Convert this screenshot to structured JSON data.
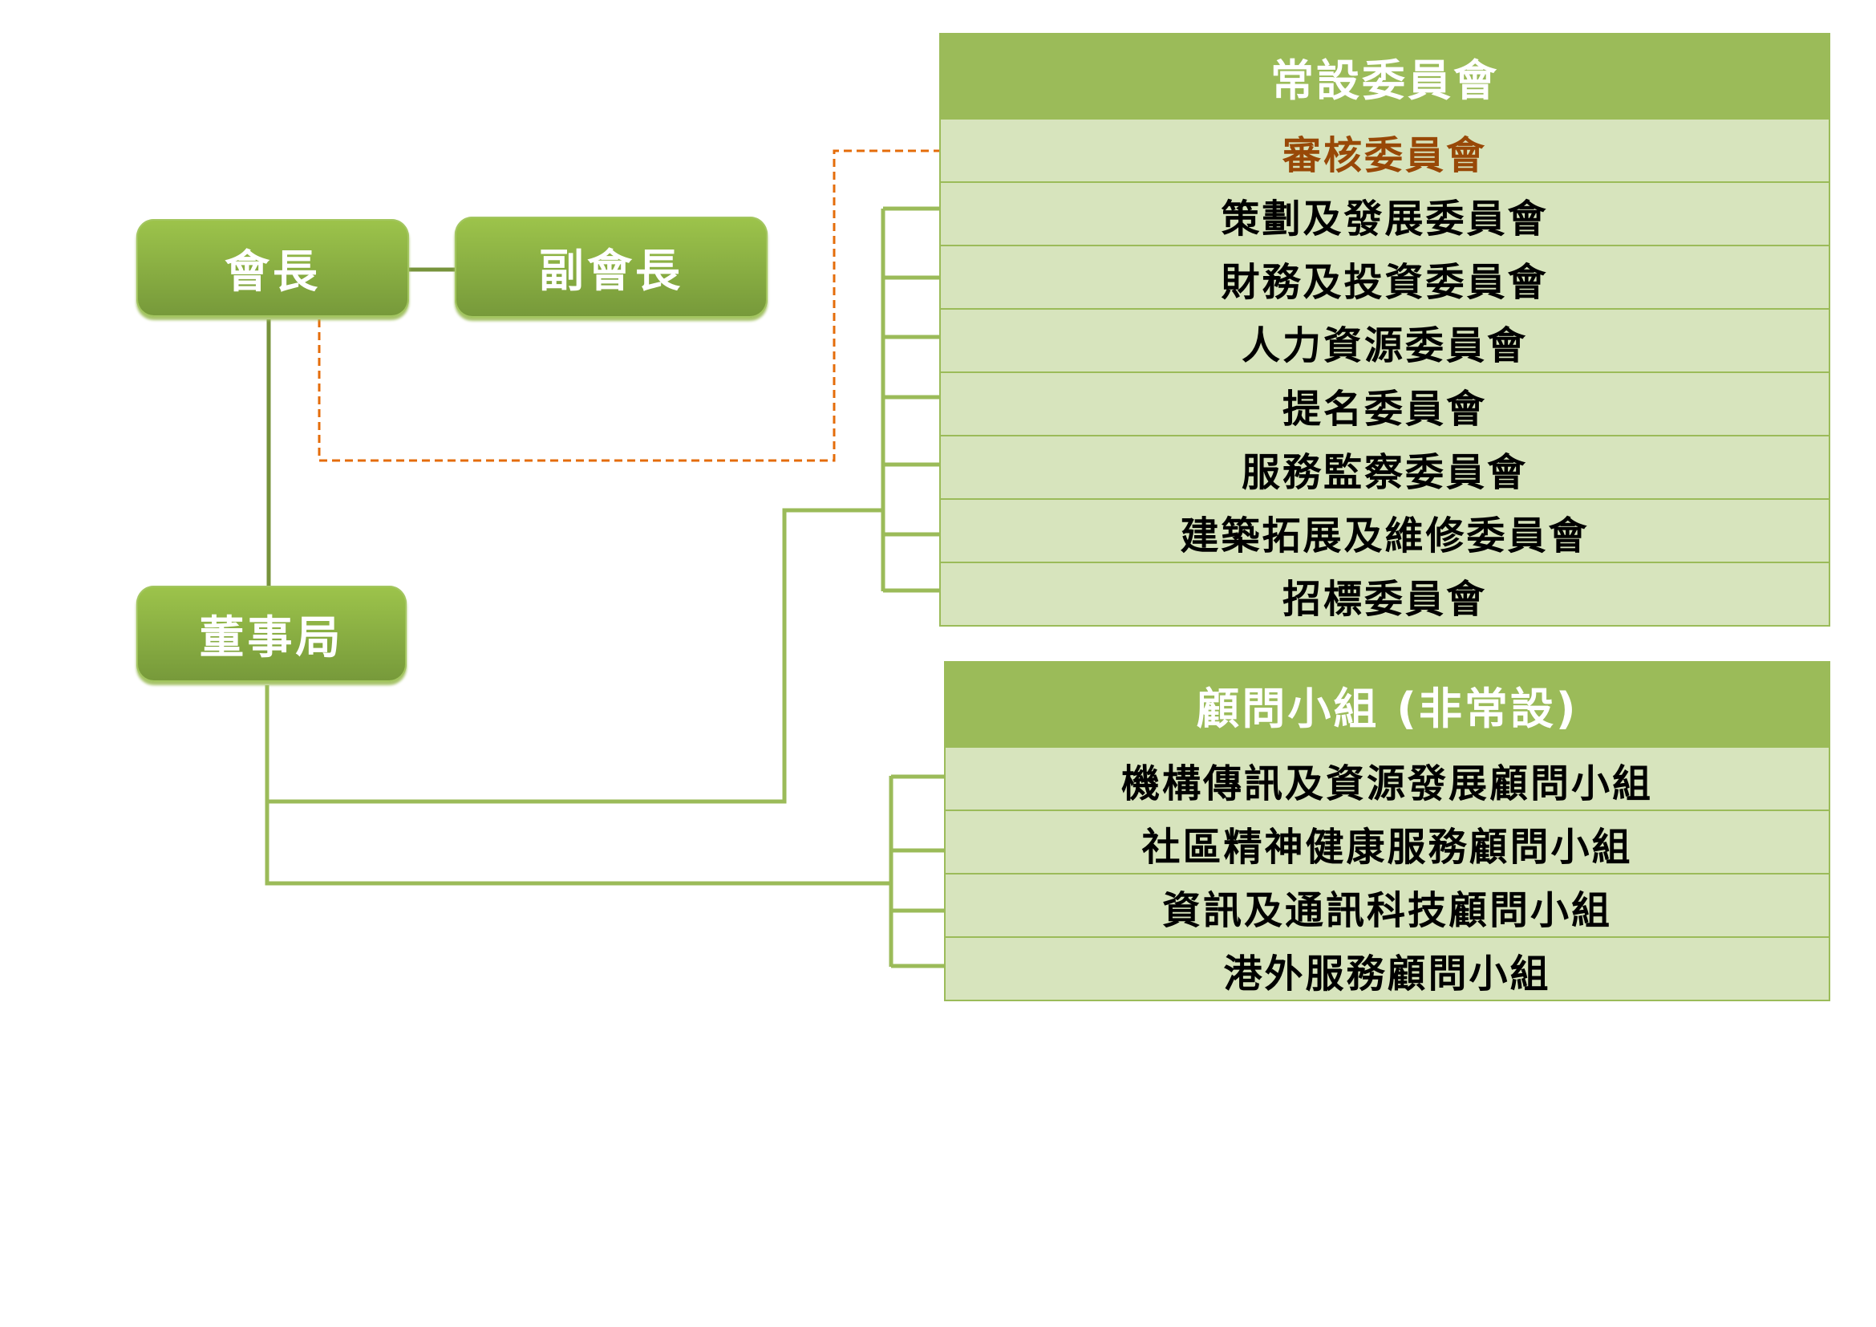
{
  "nodes": {
    "chairman": "會長",
    "vice_chairman": "副會長",
    "board": "董事局"
  },
  "standing": {
    "title": "常設委員會",
    "items": [
      {
        "label": "審核委員會",
        "highlight": true
      },
      {
        "label": "策劃及發展委員會"
      },
      {
        "label": "財務及投資委員會"
      },
      {
        "label": "人力資源委員會"
      },
      {
        "label": "提名委員會"
      },
      {
        "label": "服務監察委員會"
      },
      {
        "label": "建築拓展及維修委員會"
      },
      {
        "label": "招標委員會"
      }
    ]
  },
  "advisory": {
    "title": "顧問小組 (非常設)",
    "items": [
      {
        "label": "機構傳訊及資源發展顧問小組"
      },
      {
        "label": "社區精神健康服務顧問小組"
      },
      {
        "label": "資訊及通訊科技顧問小組"
      },
      {
        "label": "港外服務顧問小組"
      }
    ]
  },
  "colors": {
    "green": "#9bbb59",
    "line": "#77933c",
    "dashed": "#e46c0a",
    "row": "#d7e4bd",
    "highlight": "#984807"
  }
}
